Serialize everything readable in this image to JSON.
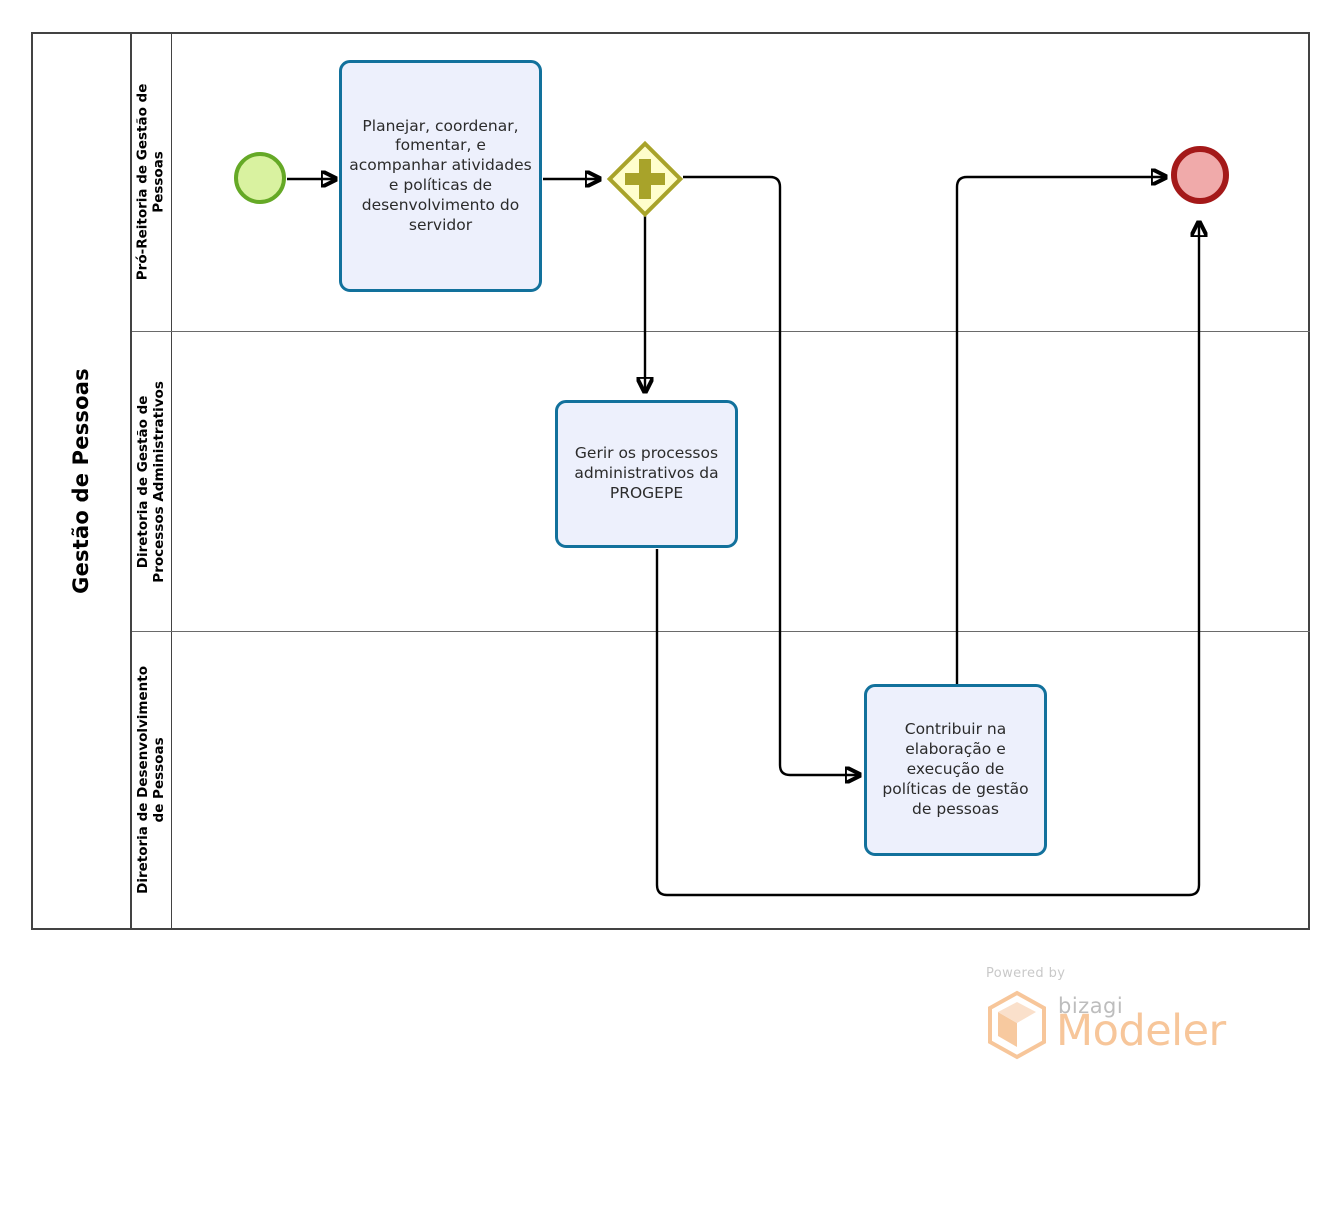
{
  "diagram": {
    "type": "bpmn-process",
    "notation": "BPMN 2.0",
    "pool": {
      "name": "Gestão de Pessoas"
    },
    "lanes": [
      {
        "id": "lane-1",
        "name": "Pró-Reitoria de Gestão de Pessoas"
      },
      {
        "id": "lane-2",
        "name": "Diretoria de Gestão de Processos Administrativos"
      },
      {
        "id": "lane-3",
        "name": "Diretoria de Desenvolvimento de Pessoas"
      }
    ],
    "nodes": [
      {
        "id": "start-1",
        "kind": "start-event",
        "lane": "lane-1",
        "label": ""
      },
      {
        "id": "task-1",
        "kind": "task",
        "lane": "lane-1",
        "label": "Planejar, coordenar, fomentar, e acompanhar atividades e políticas de desenvolvimento do servidor"
      },
      {
        "id": "gateway-1",
        "kind": "parallel-gateway",
        "lane": "lane-1",
        "label": ""
      },
      {
        "id": "task-2",
        "kind": "task",
        "lane": "lane-2",
        "label": "Gerir os processos administrativos da PROGEPE"
      },
      {
        "id": "task-3",
        "kind": "task",
        "lane": "lane-3",
        "label": "Contribuir na elaboração e execução de políticas de gestão de pessoas"
      },
      {
        "id": "end-1",
        "kind": "end-event",
        "lane": "lane-1",
        "label": ""
      }
    ],
    "flows": [
      {
        "from": "start-1",
        "to": "task-1"
      },
      {
        "from": "task-1",
        "to": "gateway-1"
      },
      {
        "from": "gateway-1",
        "to": "task-2"
      },
      {
        "from": "gateway-1",
        "to": "task-3"
      },
      {
        "from": "task-3",
        "to": "end-1"
      },
      {
        "from": "task-2",
        "to": "end-1"
      }
    ],
    "colors": {
      "pool_border": "#434343",
      "lane_divider": "#6a6a6a",
      "task_fill": "#EDF0FC",
      "task_border": "#12719C",
      "start_fill": "#D9F2A0",
      "start_border": "#65A926",
      "end_fill": "#F0AAAA",
      "end_border": "#A41919",
      "gateway_fill": "#FFFECC",
      "gateway_border": "#A8A32A",
      "flow_line": "#000000"
    }
  },
  "watermark": {
    "powered_by": "Powered by",
    "brand": "bizagi",
    "product": "Modeler",
    "brand_color": "#F7C69A"
  }
}
